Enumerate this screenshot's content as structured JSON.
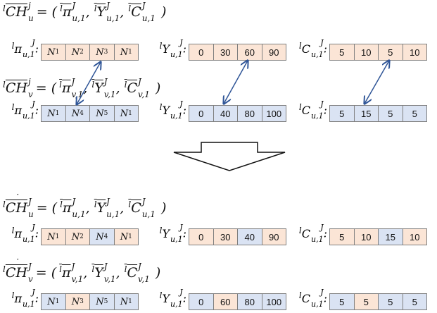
{
  "formulas": [
    {
      "id": "ch_u",
      "pre": "l",
      "main": "CH",
      "dot": "",
      "sup": "j",
      "sub": "u",
      "eq": "= (",
      "terms": [
        {
          "pre": "l",
          "m": "π",
          "sup": "J",
          "sub": "u,1"
        },
        {
          "pre": "l",
          "m": "Y",
          "sup": "J",
          "sub": "u,1"
        },
        {
          "pre": "l",
          "m": "C",
          "sup": "J",
          "sub": "u,1"
        }
      ],
      "close": ")"
    },
    {
      "id": "ch_v",
      "pre": "l",
      "main": "CH",
      "dot": "",
      "sup": "j",
      "sub": "v",
      "eq": "= (",
      "terms": [
        {
          "pre": "l",
          "m": "π",
          "sup": "J",
          "sub": "v,1"
        },
        {
          "pre": "l",
          "m": "Y",
          "sup": "J",
          "sub": "v,1"
        },
        {
          "pre": "l",
          "m": "C",
          "sup": "J",
          "sub": "v,1"
        }
      ],
      "close": ")"
    },
    {
      "id": "ch_u_new",
      "pre": "l",
      "main": "CH",
      "dot": "·",
      "sup": "J",
      "sub": "u",
      "eq": "= (",
      "terms": [
        {
          "pre": "l",
          "m": "π",
          "sup": "J",
          "sub": "u,1"
        },
        {
          "pre": "l",
          "m": "Y",
          "sup": "J",
          "sub": "u,1"
        },
        {
          "pre": "l",
          "m": "C",
          "sup": "J",
          "sub": "u,1"
        }
      ],
      "close": ")"
    },
    {
      "id": "ch_v_new",
      "pre": "l",
      "main": "CH",
      "dot": "·",
      "sup": "J",
      "sub": "v",
      "eq": "= (",
      "terms": [
        {
          "pre": "l",
          "m": "π",
          "sup": "J",
          "sub": "v,1"
        },
        {
          "pre": "l",
          "m": "Y",
          "sup": "J",
          "sub": "v,1"
        },
        {
          "pre": "l",
          "m": "C",
          "sup": "J",
          "sub": "v,1"
        }
      ],
      "close": ")"
    }
  ],
  "rows": [
    {
      "labels": [
        {
          "m": "π",
          "sup": "J",
          "sub": "u,1"
        },
        {
          "m": "Y",
          "sup": "J",
          "sub": "u,1"
        },
        {
          "m": "C",
          "sup": "J",
          "sub": "u,1"
        }
      ],
      "pi": [
        [
          "N",
          "1",
          "p"
        ],
        [
          "N",
          "2",
          "p"
        ],
        [
          "N",
          "3",
          "p"
        ],
        [
          "N",
          "1",
          "p"
        ]
      ],
      "y": [
        [
          "0",
          "p"
        ],
        [
          "30",
          "p"
        ],
        [
          "60",
          "p"
        ],
        [
          "90",
          "p"
        ]
      ],
      "c": [
        [
          "5",
          "p"
        ],
        [
          "10",
          "p"
        ],
        [
          "5",
          "p"
        ],
        [
          "10",
          "p"
        ]
      ]
    },
    {
      "labels": [
        {
          "m": "π",
          "sup": "J",
          "sub": "u,1"
        },
        {
          "m": "Y",
          "sup": "J",
          "sub": "u,1"
        },
        {
          "m": "C",
          "sup": "J",
          "sub": "u,1"
        }
      ],
      "pi": [
        [
          "N",
          "1",
          "b"
        ],
        [
          "N",
          "4",
          "b"
        ],
        [
          "N",
          "5",
          "b"
        ],
        [
          "N",
          "1",
          "b"
        ]
      ],
      "y": [
        [
          "0",
          "b"
        ],
        [
          "40",
          "b"
        ],
        [
          "80",
          "b"
        ],
        [
          "100",
          "b"
        ]
      ],
      "c": [
        [
          "5",
          "b"
        ],
        [
          "15",
          "b"
        ],
        [
          "5",
          "b"
        ],
        [
          "5",
          "b"
        ]
      ]
    },
    {
      "labels": [
        {
          "m": "π",
          "sup": "J",
          "sub": "u,1"
        },
        {
          "m": "Y",
          "sup": "J",
          "sub": "u,1"
        },
        {
          "m": "C",
          "sup": "J",
          "sub": "u,1"
        }
      ],
      "pi": [
        [
          "N",
          "1",
          "p"
        ],
        [
          "N",
          "2",
          "p"
        ],
        [
          "N",
          "4",
          "b"
        ],
        [
          "N",
          "1",
          "p"
        ]
      ],
      "y": [
        [
          "0",
          "p"
        ],
        [
          "30",
          "p"
        ],
        [
          "40",
          "b"
        ],
        [
          "90",
          "p"
        ]
      ],
      "c": [
        [
          "5",
          "p"
        ],
        [
          "10",
          "p"
        ],
        [
          "15",
          "b"
        ],
        [
          "10",
          "p"
        ]
      ]
    },
    {
      "labels": [
        {
          "m": "π",
          "sup": "J",
          "sub": "u,1"
        },
        {
          "m": "Y",
          "sup": "J",
          "sub": "u,1"
        },
        {
          "m": "C",
          "sup": "J",
          "sub": "u,1"
        }
      ],
      "pi": [
        [
          "N",
          "1",
          "b"
        ],
        [
          "N",
          "3",
          "p"
        ],
        [
          "N",
          "5",
          "b"
        ],
        [
          "N",
          "1",
          "b"
        ]
      ],
      "y": [
        [
          "0",
          "b"
        ],
        [
          "60",
          "p"
        ],
        [
          "80",
          "b"
        ],
        [
          "100",
          "b"
        ]
      ],
      "c": [
        [
          "5",
          "b"
        ],
        [
          "5",
          "p"
        ],
        [
          "5",
          "b"
        ],
        [
          "5",
          "b"
        ]
      ]
    }
  ],
  "colors": {
    "peach": "#fbe5d6",
    "blue": "#dae3f3",
    "arrow": "#2f5597"
  }
}
